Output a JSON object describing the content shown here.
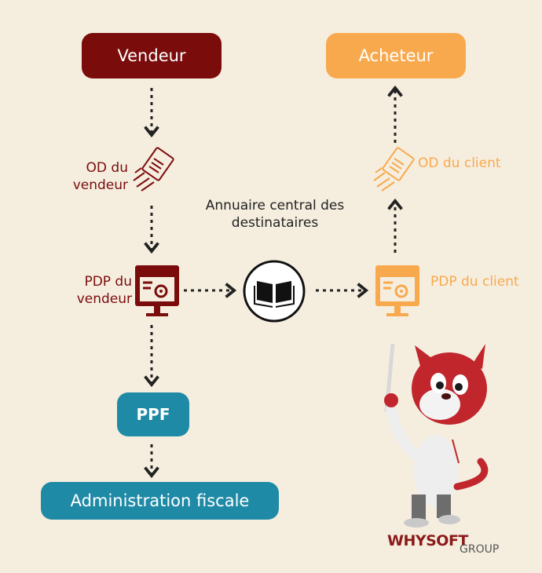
{
  "nodes": {
    "vendeur": "Vendeur",
    "acheteur": "Acheteur",
    "od_vendeur": "OD du vendeur",
    "pdp_vendeur": "PDP du vendeur",
    "od_client": "OD du client",
    "pdp_client": "PDP du client",
    "annuaire": "Annuaire central des destinataires",
    "ppf": "PPF",
    "administration": "Administration fiscale"
  },
  "logo": {
    "brand": "WHYSOFT",
    "sub": "GROUP"
  },
  "colors": {
    "dark_red": "#7b0c0c",
    "orange": "#f8a94e",
    "teal": "#1f8aa6",
    "background": "#f5eedf"
  },
  "icons": [
    "document-icon",
    "monitor-settings-icon",
    "book-icon",
    "mascot-cat-icon"
  ]
}
